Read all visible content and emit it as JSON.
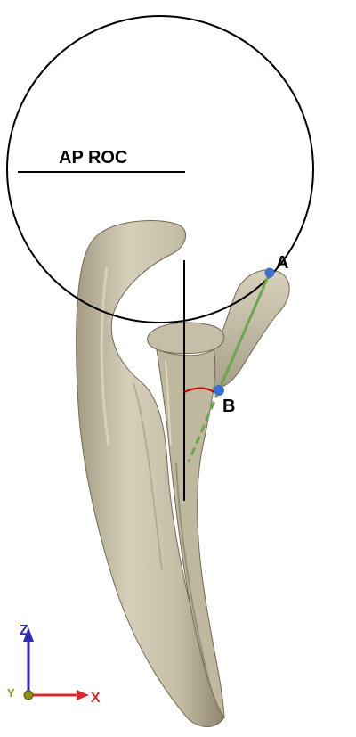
{
  "labels": {
    "roc": "AP ROC",
    "point_a": "A",
    "point_b": "B"
  },
  "axes": {
    "z": "Z",
    "x": "X",
    "y": "Y"
  },
  "colors": {
    "bone": "#c9c2ab",
    "bone_shadow": "#8f8870",
    "bone_dark": "#5e5846",
    "green_line": "#6aa84f",
    "points": "#3b6fd1",
    "angle_arc": "#cc0000",
    "z_axis": "#2b2bb8",
    "x_axis": "#d42c2c",
    "y_axis": "#8c8c1a"
  }
}
